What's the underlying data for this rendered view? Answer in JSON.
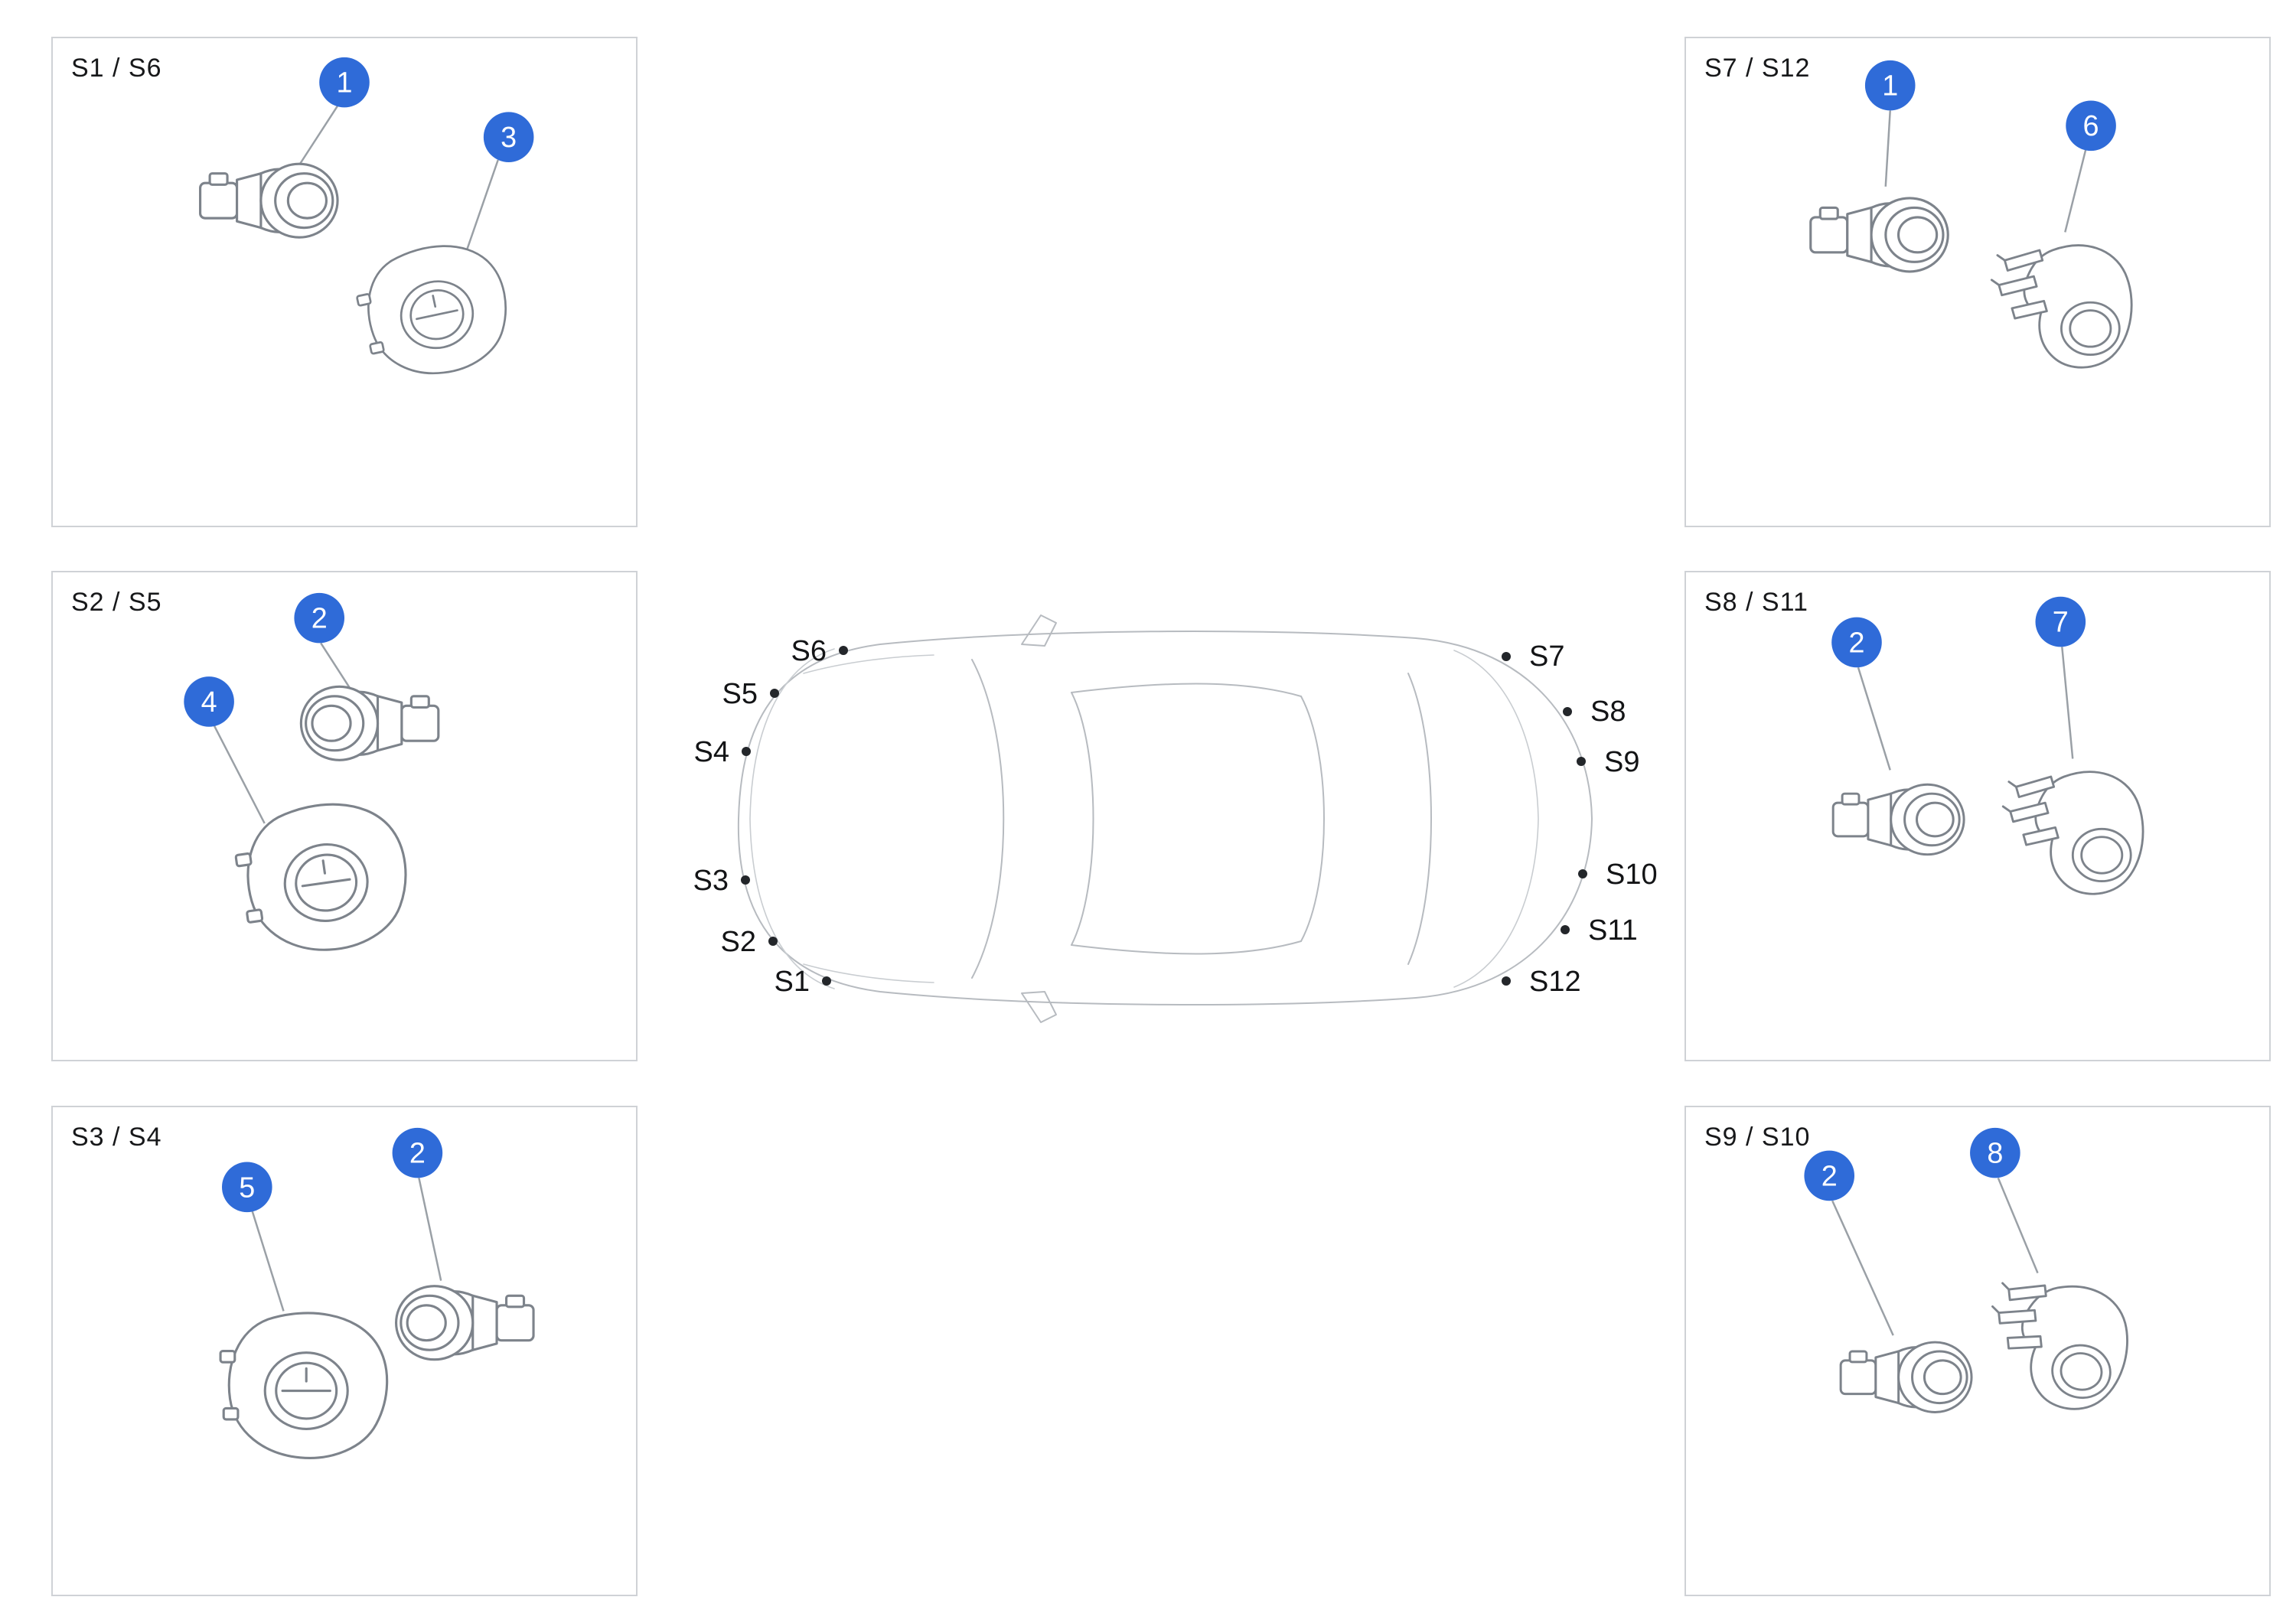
{
  "colors": {
    "callout_blue": "#2f6bd8",
    "part_line_gray": "#7d838b",
    "car_line_gray": "#b7bbc0"
  },
  "panels": [
    {
      "label": "S1 / S6",
      "callouts": [
        {
          "n": "1",
          "part": "parking-sensor"
        },
        {
          "n": "3",
          "part": "mounting-bracket"
        }
      ]
    },
    {
      "label": "S2 / S5",
      "callouts": [
        {
          "n": "2",
          "part": "parking-sensor"
        },
        {
          "n": "4",
          "part": "mounting-bracket"
        }
      ]
    },
    {
      "label": "S3 / S4",
      "callouts": [
        {
          "n": "5",
          "part": "mounting-bracket"
        },
        {
          "n": "2",
          "part": "parking-sensor"
        }
      ]
    },
    {
      "label": "S7 / S12",
      "callouts": [
        {
          "n": "1",
          "part": "parking-sensor"
        },
        {
          "n": "6",
          "part": "mounting-bracket"
        }
      ]
    },
    {
      "label": "S8 / S11",
      "callouts": [
        {
          "n": "2",
          "part": "parking-sensor"
        },
        {
          "n": "7",
          "part": "mounting-bracket"
        }
      ]
    },
    {
      "label": "S9 / S10",
      "callouts": [
        {
          "n": "2",
          "part": "parking-sensor"
        },
        {
          "n": "8",
          "part": "mounting-bracket"
        }
      ]
    }
  ],
  "car": {
    "positions": [
      {
        "label": "S1"
      },
      {
        "label": "S2"
      },
      {
        "label": "S3"
      },
      {
        "label": "S4"
      },
      {
        "label": "S5"
      },
      {
        "label": "S6"
      },
      {
        "label": "S7"
      },
      {
        "label": "S8"
      },
      {
        "label": "S9"
      },
      {
        "label": "S10"
      },
      {
        "label": "S11"
      },
      {
        "label": "S12"
      }
    ]
  }
}
